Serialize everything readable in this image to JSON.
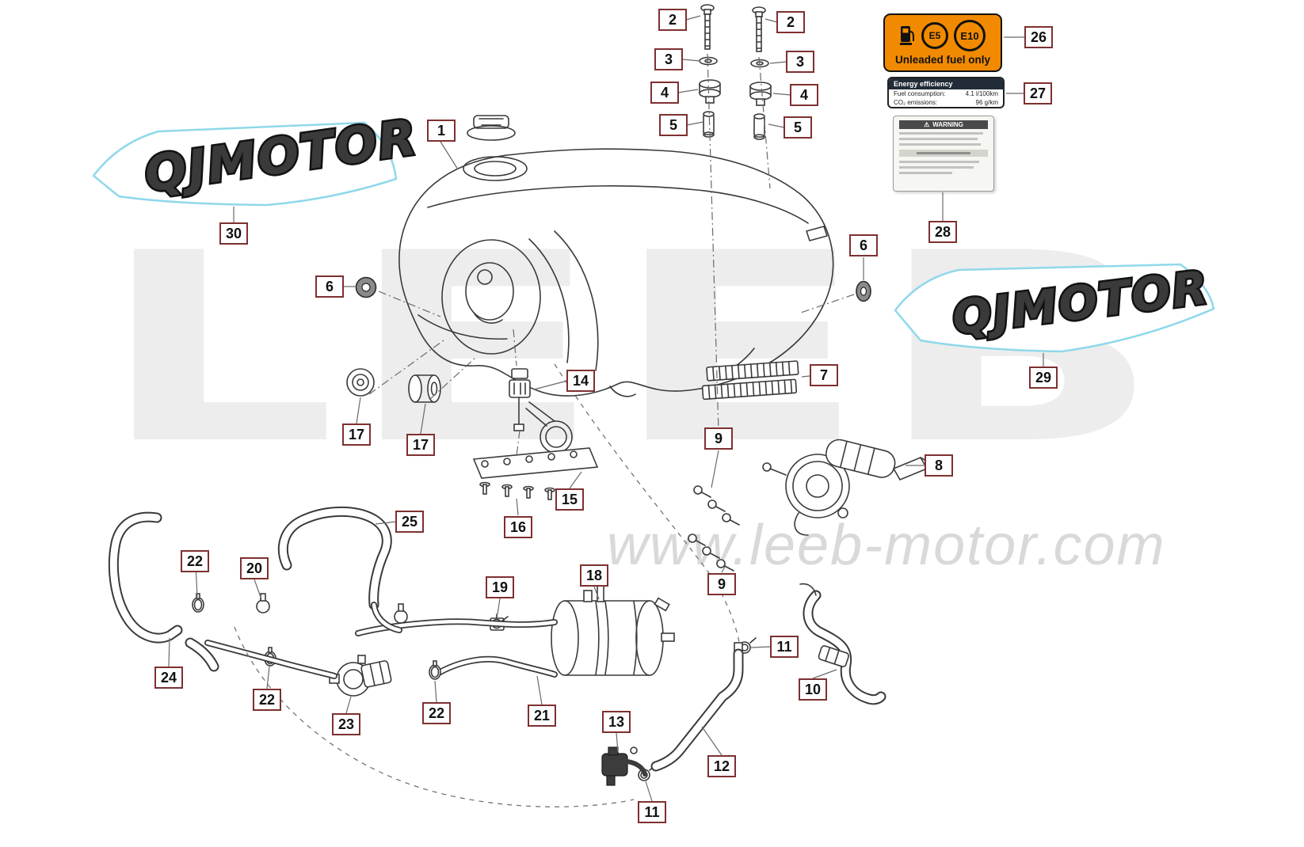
{
  "watermark": {
    "brand": "LEEB",
    "url": "www.leeb-motor.com"
  },
  "decals": {
    "left": {
      "text": "QJMOTOR"
    },
    "right": {
      "text": "QJMOTOR"
    }
  },
  "fuel_label": {
    "e5": "E5",
    "e10": "E10",
    "caption": "Unleaded fuel only"
  },
  "energy_label": {
    "title": "Energy efficiency",
    "rows": [
      {
        "label": "Fuel consumption:",
        "value": "4.1 l/100km"
      },
      {
        "label": "CO₂ emissions:",
        "value": "96 g/km"
      }
    ]
  },
  "warning_label": {
    "icon": "⚠",
    "title": "WARNING"
  },
  "colors": {
    "callout_border": "#7e3030",
    "fuel_label_bg": "#f18a00",
    "decal_outline": "#8fd8ea",
    "watermark": "#ededed"
  },
  "callouts": [
    {
      "n": "2"
    },
    {
      "n": "2"
    },
    {
      "n": "3"
    },
    {
      "n": "3"
    },
    {
      "n": "4"
    },
    {
      "n": "4"
    },
    {
      "n": "5"
    },
    {
      "n": "5"
    },
    {
      "n": "1"
    },
    {
      "n": "26"
    },
    {
      "n": "27"
    },
    {
      "n": "28"
    },
    {
      "n": "30"
    },
    {
      "n": "6"
    },
    {
      "n": "6"
    },
    {
      "n": "29"
    },
    {
      "n": "7"
    },
    {
      "n": "14"
    },
    {
      "n": "17"
    },
    {
      "n": "17"
    },
    {
      "n": "9"
    },
    {
      "n": "8"
    },
    {
      "n": "15"
    },
    {
      "n": "16"
    },
    {
      "n": "25"
    },
    {
      "n": "22"
    },
    {
      "n": "20"
    },
    {
      "n": "19"
    },
    {
      "n": "18"
    },
    {
      "n": "9"
    },
    {
      "n": "11"
    },
    {
      "n": "24"
    },
    {
      "n": "10"
    },
    {
      "n": "22"
    },
    {
      "n": "23"
    },
    {
      "n": "22"
    },
    {
      "n": "21"
    },
    {
      "n": "13"
    },
    {
      "n": "12"
    },
    {
      "n": "11"
    }
  ]
}
